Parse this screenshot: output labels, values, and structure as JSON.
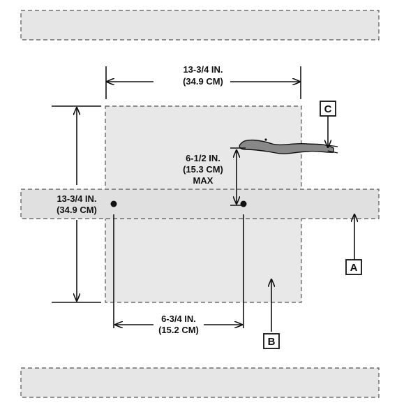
{
  "dimensions": {
    "top_width": {
      "line1": "13-3/4 IN.",
      "line2": "(34.9 CM)"
    },
    "left_height": {
      "line1": "13-3/4 IN.",
      "line2": "(34.9 CM)"
    },
    "offset_max": {
      "line1": "6-1/2 IN.",
      "line2": "(15.3 CM)",
      "line3": "MAX"
    },
    "hole_spacing": {
      "line1": "6-3/4 IN.",
      "line2": "(15.2 CM)"
    }
  },
  "callouts": {
    "a": "A",
    "b": "B",
    "c": "C"
  },
  "colors": {
    "stud_fill": "#e6e6e6",
    "box_fill": "#e8e8e8",
    "outline": "#555555",
    "line": "#111111",
    "cable_fill": "#888888"
  }
}
